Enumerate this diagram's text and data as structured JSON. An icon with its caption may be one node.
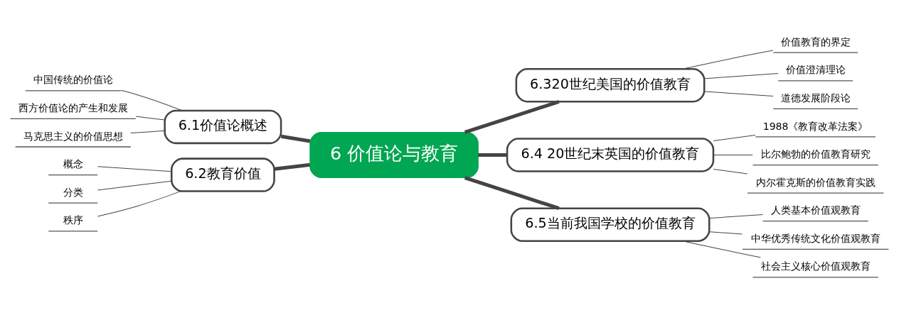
{
  "diagram": {
    "nodes": [
      {
        "text": [
          "6 价值论与教育"
        ]
      },
      {
        "text": [
          "6.1价值论概述"
        ]
      },
      {
        "text": [
          "中国传统的价值论"
        ]
      },
      {
        "text": [
          "西方价值论的产生和发展"
        ]
      },
      {
        "text": [
          "马克思主义的价值思想"
        ]
      },
      {
        "text": [
          "6.2教育价值"
        ]
      },
      {
        "text": [
          "概念"
        ]
      },
      {
        "text": [
          "分类"
        ]
      },
      {
        "text": [
          "秩序"
        ]
      },
      {
        "text": [
          "6.320世纪美国的价值教育"
        ]
      },
      {
        "text": [
          "价值教育的界定"
        ]
      },
      {
        "text": [
          "价值澄清理论"
        ]
      },
      {
        "text": [
          "道德发展阶段论"
        ]
      },
      {
        "text": [
          "6.4 20世纪末英国的价值教育"
        ]
      },
      {
        "text": [
          "1988《教育改革法案》"
        ]
      },
      {
        "text": [
          "比尔鲍勃的价值教育研究"
        ]
      },
      {
        "text": [
          "内尔霍克斯的价值教育实践"
        ]
      },
      {
        "text": [
          "6.5当前我国学校的价值教育"
        ]
      },
      {
        "text": [
          "人类基本价值观教育"
        ]
      },
      {
        "text": [
          "中华优秀传统文化价值观教育"
        ]
      },
      {
        "text": [
          "社会主义核心价值观教育"
        ]
      }
    ],
    "edges": [
      {
        "from": 1,
        "to": 0,
        "arrow": "none",
        "style": "thick"
      },
      {
        "from": 2,
        "to": 1,
        "arrow": "none"
      },
      {
        "from": 3,
        "to": 1,
        "arrow": "none"
      },
      {
        "from": 4,
        "to": 1,
        "arrow": "none"
      },
      {
        "from": 5,
        "to": 0,
        "arrow": "none",
        "style": "thick"
      },
      {
        "from": 6,
        "to": 5,
        "arrow": "none"
      },
      {
        "from": 7,
        "to": 5,
        "arrow": "none"
      },
      {
        "from": 8,
        "to": 5,
        "arrow": "none"
      },
      {
        "from": 0,
        "to": 9,
        "arrow": "none",
        "style": "thick"
      },
      {
        "from": 9,
        "to": 10,
        "arrow": "none"
      },
      {
        "from": 9,
        "to": 11,
        "arrow": "none"
      },
      {
        "from": 9,
        "to": 12,
        "arrow": "none"
      },
      {
        "from": 0,
        "to": 13,
        "arrow": "none",
        "style": "thick"
      },
      {
        "from": 13,
        "to": 14,
        "arrow": "none"
      },
      {
        "from": 13,
        "to": 15,
        "arrow": "none"
      },
      {
        "from": 13,
        "to": 16,
        "arrow": "none"
      },
      {
        "from": 0,
        "to": 17,
        "arrow": "none",
        "style": "thick"
      },
      {
        "from": 17,
        "to": 18,
        "arrow": "none"
      },
      {
        "from": 17,
        "to": 19,
        "arrow": "none"
      },
      {
        "from": 17,
        "to": 20,
        "arrow": "none"
      }
    ]
  }
}
